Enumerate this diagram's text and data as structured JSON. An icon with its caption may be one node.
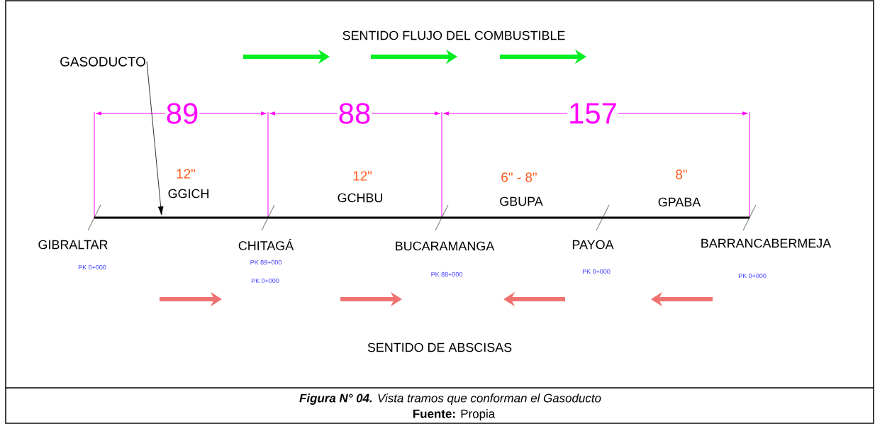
{
  "diagram": {
    "caption": "**Figura N° 04.** Vista tramos que conforman el Gasoducto",
    "nodes": [
      {
        "text": [
          "GASODUCTO"
        ]
      },
      {
        "text": [],
        "shape": "bar"
      }
    ],
    "edges": [
      {
        "from": 0,
        "to": 1,
        "arrow": "to"
      }
    ],
    "labels": [
      "SENTIDO FLUJO DEL COMBUSTIBLE",
      "89",
      "88",
      "157",
      "12\"",
      "GGICH",
      "12\"",
      "GCHBU",
      "6\" - 8\"",
      "GBUPA",
      "8\"",
      "GPABA",
      "GIBRALTAR",
      "PK 0+000",
      "CHITAGÁ",
      "PK 89+000",
      "PK 0+000",
      "BUCARAMANGA",
      "PK 88+000",
      "PAYOA",
      "PK 0+000",
      "BARRANCABERMEJA",
      "PK 0+000",
      "SENTIDO DE ABSCISAS",
      "**Fuente:** Propia"
    ]
  }
}
